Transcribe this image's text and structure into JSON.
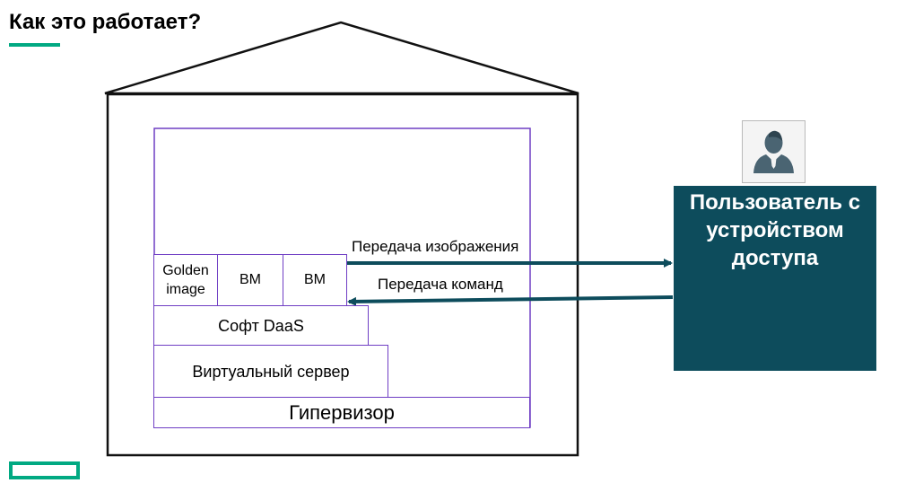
{
  "title": "Как это работает?",
  "colors": {
    "accent": "#01a982",
    "panel": "#0d4c5c",
    "box_border": "#6f3ec4",
    "house": "#111111"
  },
  "stack": {
    "golden_image": "Golden image",
    "vm_1": "ВМ",
    "vm_2": "ВМ",
    "daas_software": "Софт DaaS",
    "virtual_server": "Виртуальный сервер",
    "hypervisor": "Гипервизор"
  },
  "arrows": {
    "image_transfer": "Передача изображения",
    "command_transfer": "Передача команд"
  },
  "user": {
    "icon": "user-avatar-icon",
    "label": "Пользователь с устройством доступа"
  },
  "footer": {
    "logo_icon": "hpe-logo-icon"
  }
}
